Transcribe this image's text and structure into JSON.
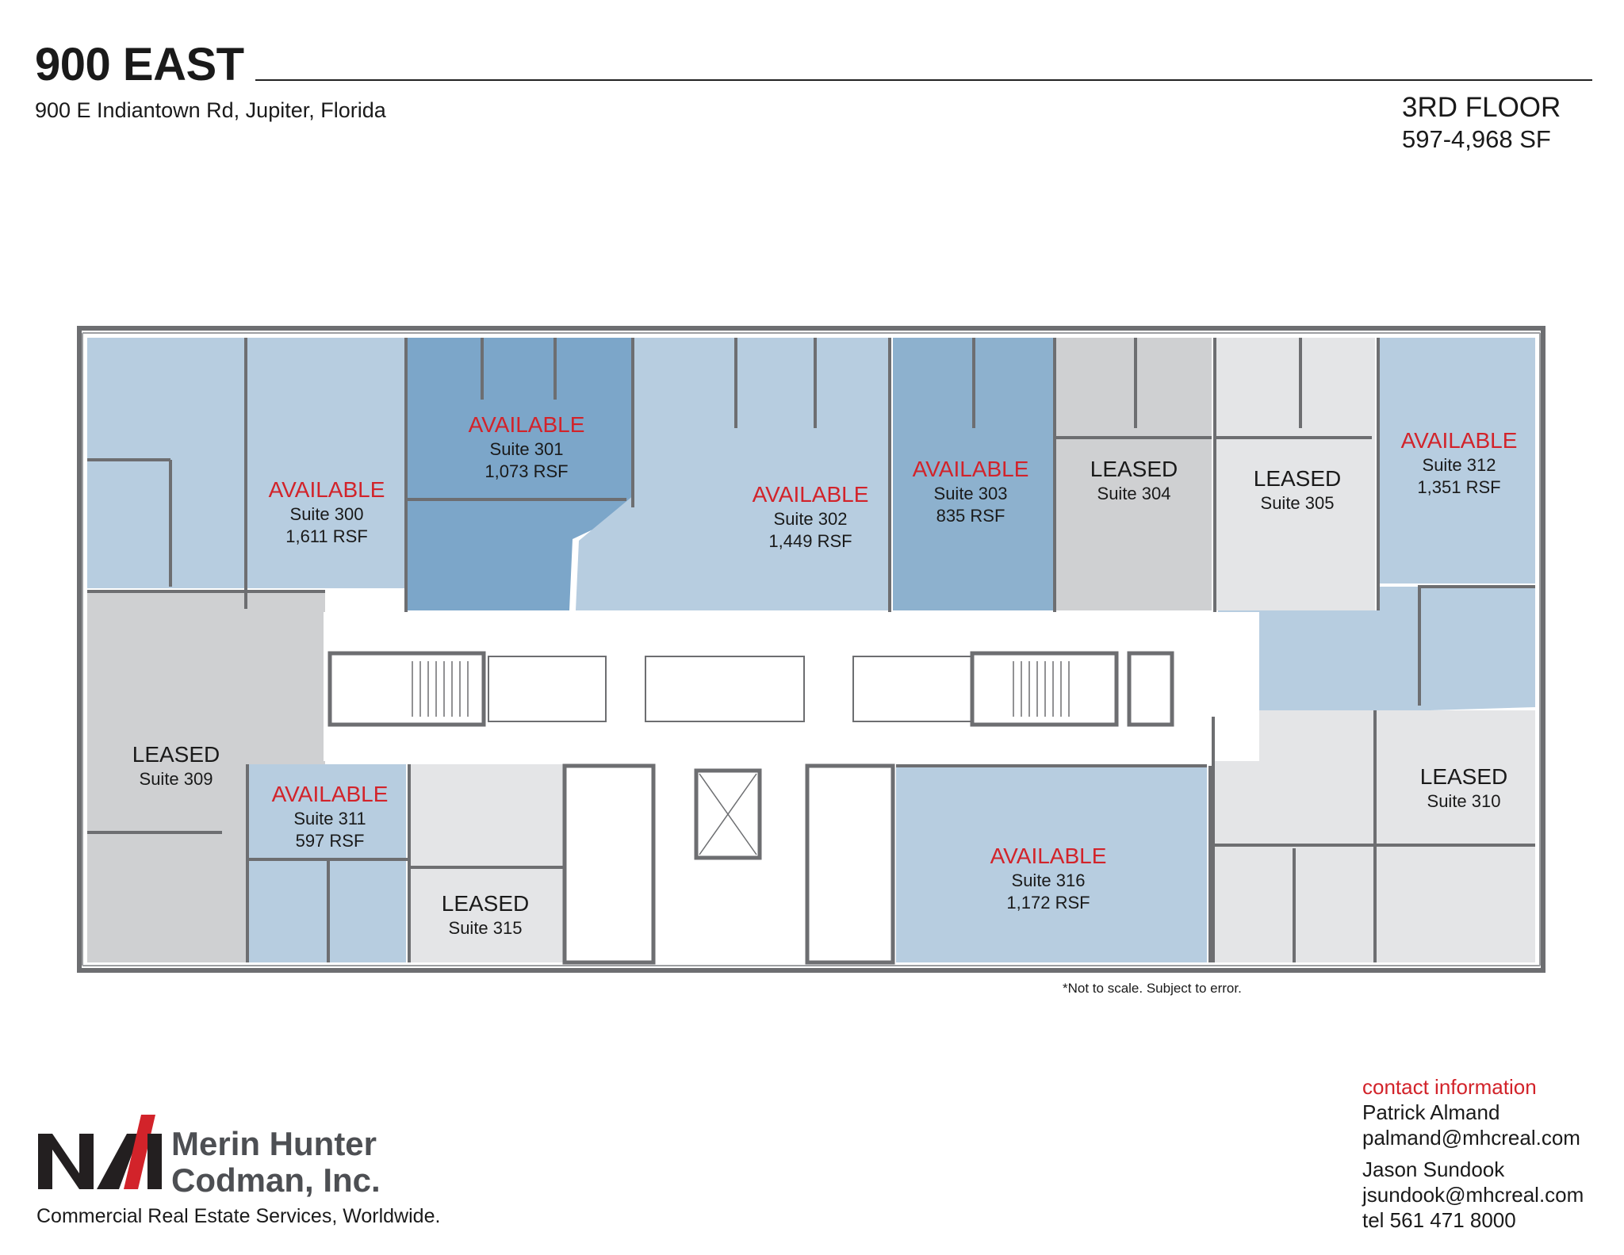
{
  "header": {
    "title": "900 EAST",
    "address": "900 E Indiantown Rd, Jupiter, Florida",
    "floor": "3RD FLOOR",
    "size_range": "597-4,968 SF"
  },
  "colors": {
    "available_text": "#d2232a",
    "available_light": "#b7cde0",
    "available_medium": "#8db1ce",
    "available_dark": "#7ca6c9",
    "leased_gray": "#cfd0d2",
    "leased_light": "#e4e5e7",
    "wall": "#6d6e71"
  },
  "plan": {
    "note": "*Not to scale.  Subject to error.",
    "suites": [
      {
        "status": "AVAILABLE",
        "suite": "Suite 300",
        "area": "1,611 RSF"
      },
      {
        "status": "AVAILABLE",
        "suite": "Suite 301",
        "area": "1,073 RSF"
      },
      {
        "status": "AVAILABLE",
        "suite": "Suite 302",
        "area": "1,449 RSF"
      },
      {
        "status": "AVAILABLE",
        "suite": "Suite 303",
        "area": "835 RSF"
      },
      {
        "status": "LEASED",
        "suite": "Suite 304"
      },
      {
        "status": "LEASED",
        "suite": "Suite 305"
      },
      {
        "status": "AVAILABLE",
        "suite": "Suite 312",
        "area": "1,351 RSF"
      },
      {
        "status": "LEASED",
        "suite": "Suite 309"
      },
      {
        "status": "AVAILABLE",
        "suite": "Suite 311",
        "area": "597 RSF"
      },
      {
        "status": "LEASED",
        "suite": "Suite 315"
      },
      {
        "status": "AVAILABLE",
        "suite": "Suite 316",
        "area": "1,172 RSF"
      },
      {
        "status": "LEASED",
        "suite": "Suite 310"
      }
    ]
  },
  "contact": {
    "heading": "contact information",
    "name1": "Patrick Almand",
    "email1": "palmand@mhcreal.com",
    "name2": "Jason Sundook",
    "email2": "jsundook@mhcreal.com",
    "phone": "tel 561 471 8000"
  },
  "branding": {
    "logo_text": "NAI",
    "company_line1": "Merin Hunter",
    "company_line2": "Codman, Inc.",
    "tagline": "Commercial Real Estate Services, Worldwide."
  }
}
